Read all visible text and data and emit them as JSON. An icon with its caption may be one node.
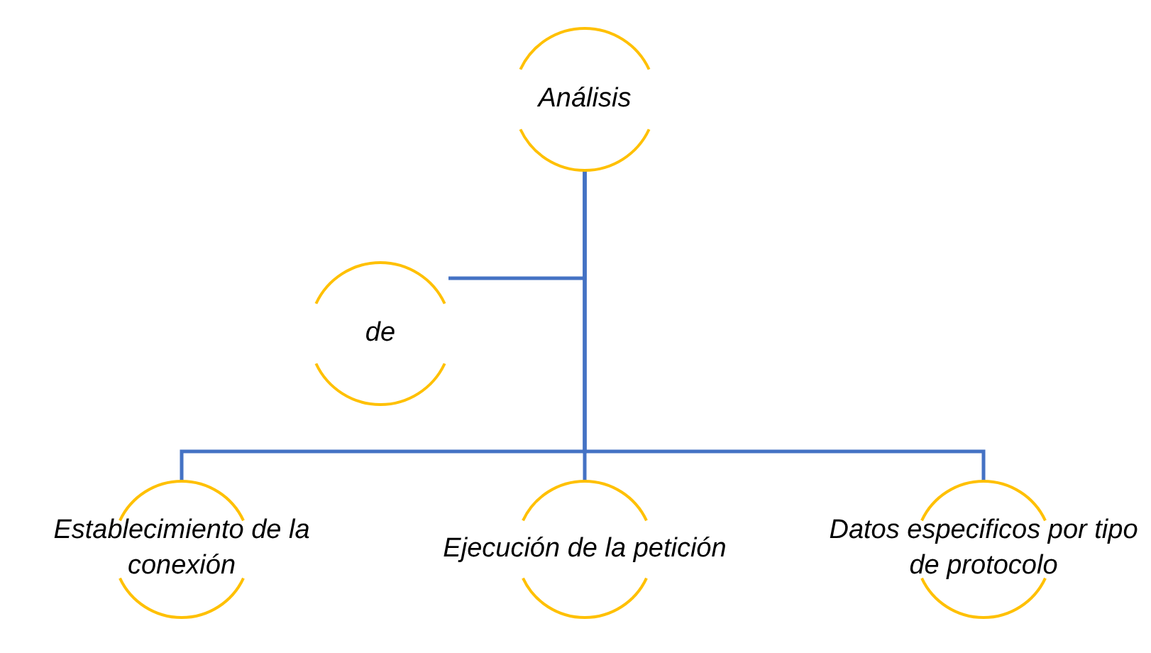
{
  "diagram": {
    "nodes": [
      {
        "text": [
          "Análisis"
        ]
      },
      {
        "text": [
          "de"
        ]
      },
      {
        "text": [
          "Establecimiento de la conexión"
        ]
      },
      {
        "text": [
          "Ejecución de la petición"
        ]
      },
      {
        "text": [
          "Datos especificos por tipo de protocolo"
        ]
      }
    ],
    "edges": [
      {
        "from": 0,
        "to": 1,
        "arrow": "none"
      },
      {
        "from": 0,
        "to": 2,
        "arrow": "none"
      },
      {
        "from": 0,
        "to": 3,
        "arrow": "none"
      },
      {
        "from": 0,
        "to": 4,
        "arrow": "none"
      }
    ]
  }
}
